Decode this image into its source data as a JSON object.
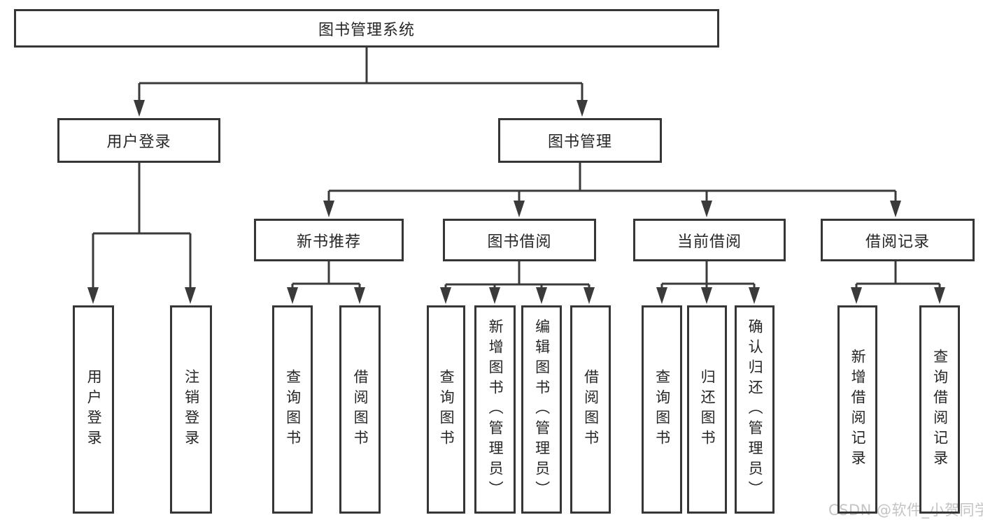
{
  "colors": {
    "line": "#3a3a3a",
    "border": "#363636",
    "text": "#262626",
    "background": "#ffffff",
    "watermark": "#c4c4c4"
  },
  "tree": {
    "root": {
      "label": "图书管理系统"
    },
    "branches": [
      {
        "label": "用户登录",
        "children": [
          {
            "label": "用户登录"
          },
          {
            "label": "注销登录"
          }
        ]
      },
      {
        "label": "图书管理",
        "sections": [
          {
            "label": "新书推荐",
            "children": [
              {
                "label": "查询图书"
              },
              {
                "label": "借阅图书"
              }
            ]
          },
          {
            "label": "图书借阅",
            "children": [
              {
                "label": "查询图书"
              },
              {
                "label": "新增图书（管理员）"
              },
              {
                "label": "编辑图书（管理员）"
              },
              {
                "label": "借阅图书"
              }
            ]
          },
          {
            "label": "当前借阅",
            "children": [
              {
                "label": "查询图书"
              },
              {
                "label": "归还图书"
              },
              {
                "label": "确认归还（管理员）"
              }
            ]
          },
          {
            "label": "借阅记录",
            "children": [
              {
                "label": "新增借阅记录"
              },
              {
                "label": "查询借阅记录"
              }
            ]
          }
        ]
      }
    ]
  },
  "watermark": "CSDN @软件_小贺同学"
}
